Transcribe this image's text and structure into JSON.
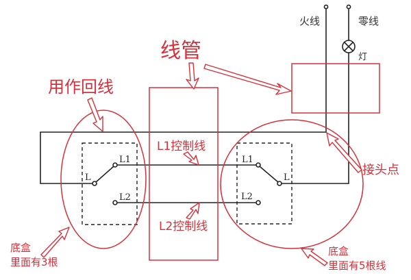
{
  "colors": {
    "annotation": "#d8303a",
    "wire": "#222222"
  },
  "labels": {
    "live_wire": "火线",
    "neutral_wire": "零线",
    "lamp": "灯",
    "conduit": "线管",
    "return_wire": "用作回线",
    "l1_control": "L1控制线",
    "l2_control": "L2控制线",
    "junction": "接头点",
    "left_box_title": "底盒",
    "left_box_note": "里面有3根",
    "right_box_title": "底盒",
    "right_box_note": "里面有5根线"
  },
  "switch_left": {
    "common": "L",
    "t1": "L1",
    "t2": "L2"
  },
  "switch_right": {
    "common": "L",
    "t1": "L1",
    "t2": "L2"
  }
}
